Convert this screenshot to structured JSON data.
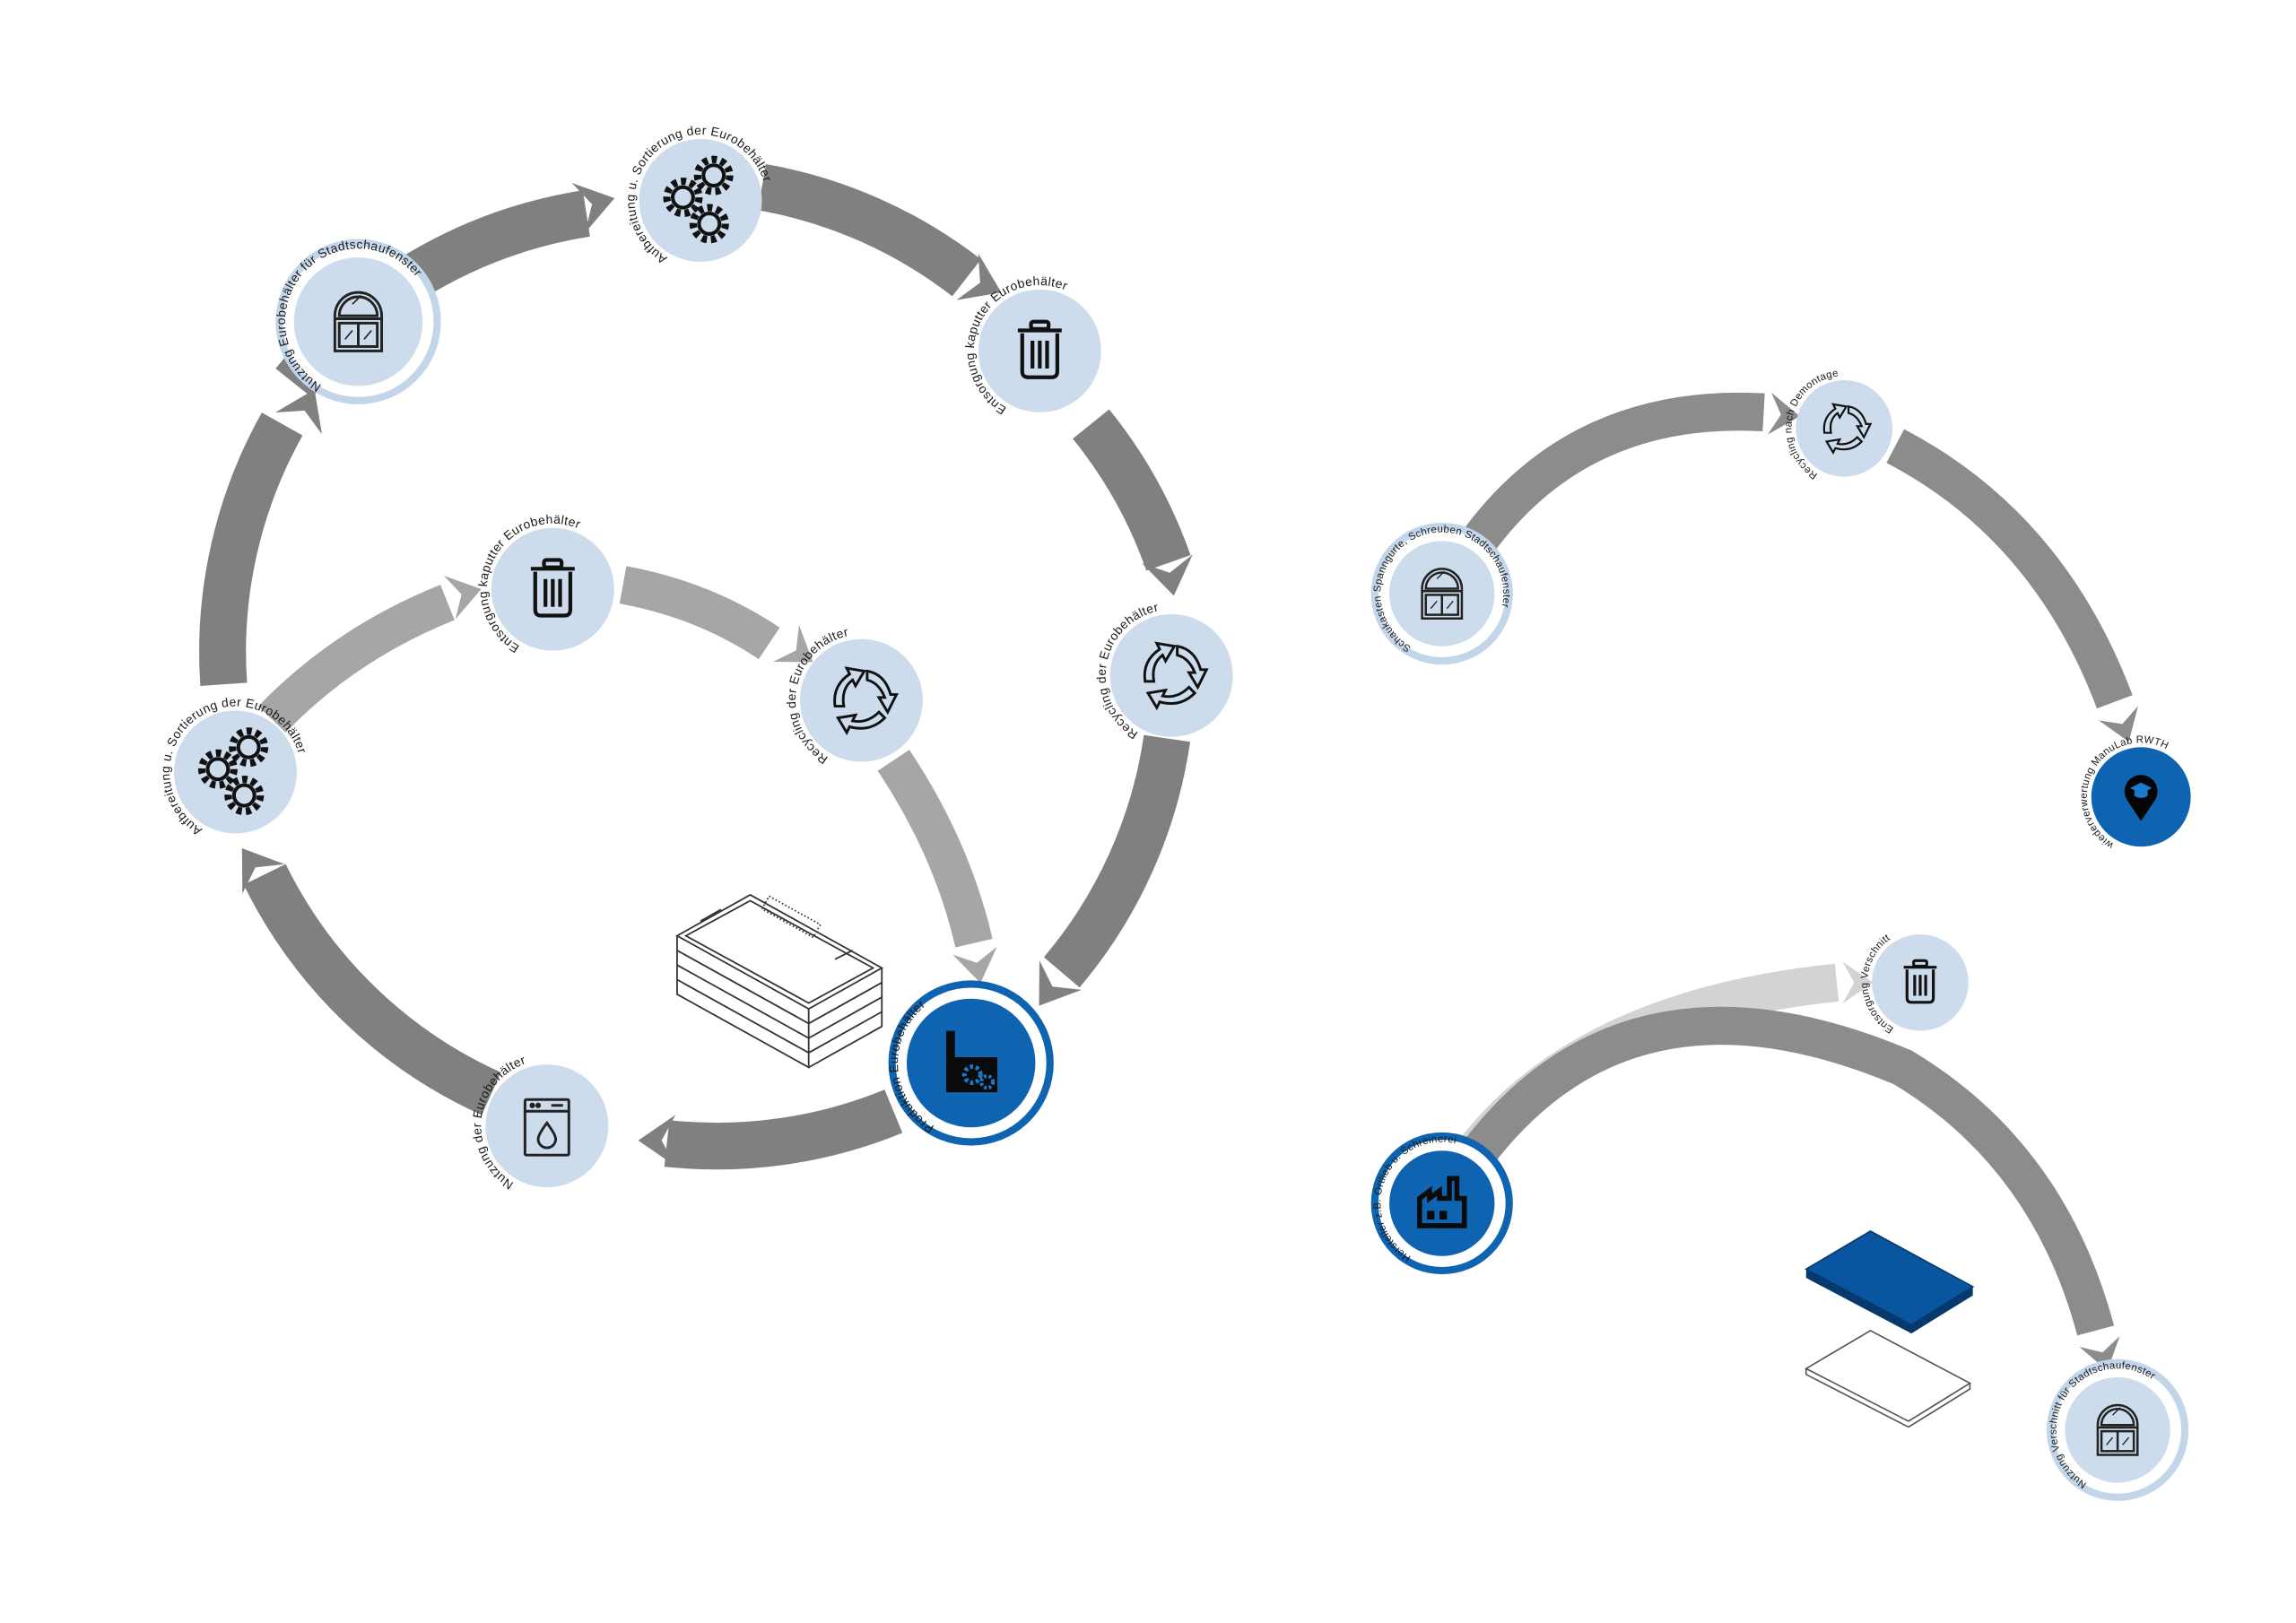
{
  "colors": {
    "node_light": "#cddcec",
    "node_ring": "#c3d5e8",
    "node_blue": "#0e64b0",
    "arrow_dark": "#808080",
    "arrow_mid": "#8c8c8c",
    "arrow_light": "#a6a6a6",
    "arrow_pale": "#d3d3d3"
  },
  "left_cycle": {
    "nodes": [
      {
        "label": "Aufbereitung u. Sortierung der Eurobehälter",
        "icon": "gears-icon"
      },
      {
        "label": "Nutzung Eurobehälter für Stadtschaufenster",
        "icon": "window-icon"
      },
      {
        "label": "Entsorgung kaputter Eurobehälter",
        "icon": "trash-icon"
      },
      {
        "label": "Recycling der Eurobehälter",
        "icon": "recycle-icon"
      },
      {
        "label": "Produktion Eurobehälter",
        "icon": "factory-gears-icon"
      },
      {
        "label": "Nutzung der Eurobehälter",
        "icon": "washing-machine-icon"
      },
      {
        "label": "Aufbereitung u. Sortierung der Eurobehälter",
        "icon": "gears-icon"
      },
      {
        "label": "Entsorgung kaputter Eurobehälter",
        "icon": "trash-icon"
      },
      {
        "label": "Recycling der Eurobehälter",
        "icon": "recycle-icon"
      }
    ]
  },
  "right_flows": {
    "nodes": [
      {
        "label": "Schaukasten Spanngurte, Schreuben Stadtschaufenster",
        "icon": "window-icon"
      },
      {
        "label": "Recycling nach Demontage",
        "icon": "recycle-icon"
      },
      {
        "label": "wiederverwertung ManuLab RWTH",
        "icon": "location-graduation-icon"
      },
      {
        "label": "Entsorgung Verschnitt",
        "icon": "trash-icon"
      },
      {
        "label": "Hersteller z.B. Ortlieb u. Schreinerei",
        "icon": "factory-icon"
      },
      {
        "label": "Nutzung Verschnitt für Stadtschaufenster",
        "icon": "window-icon"
      }
    ]
  }
}
